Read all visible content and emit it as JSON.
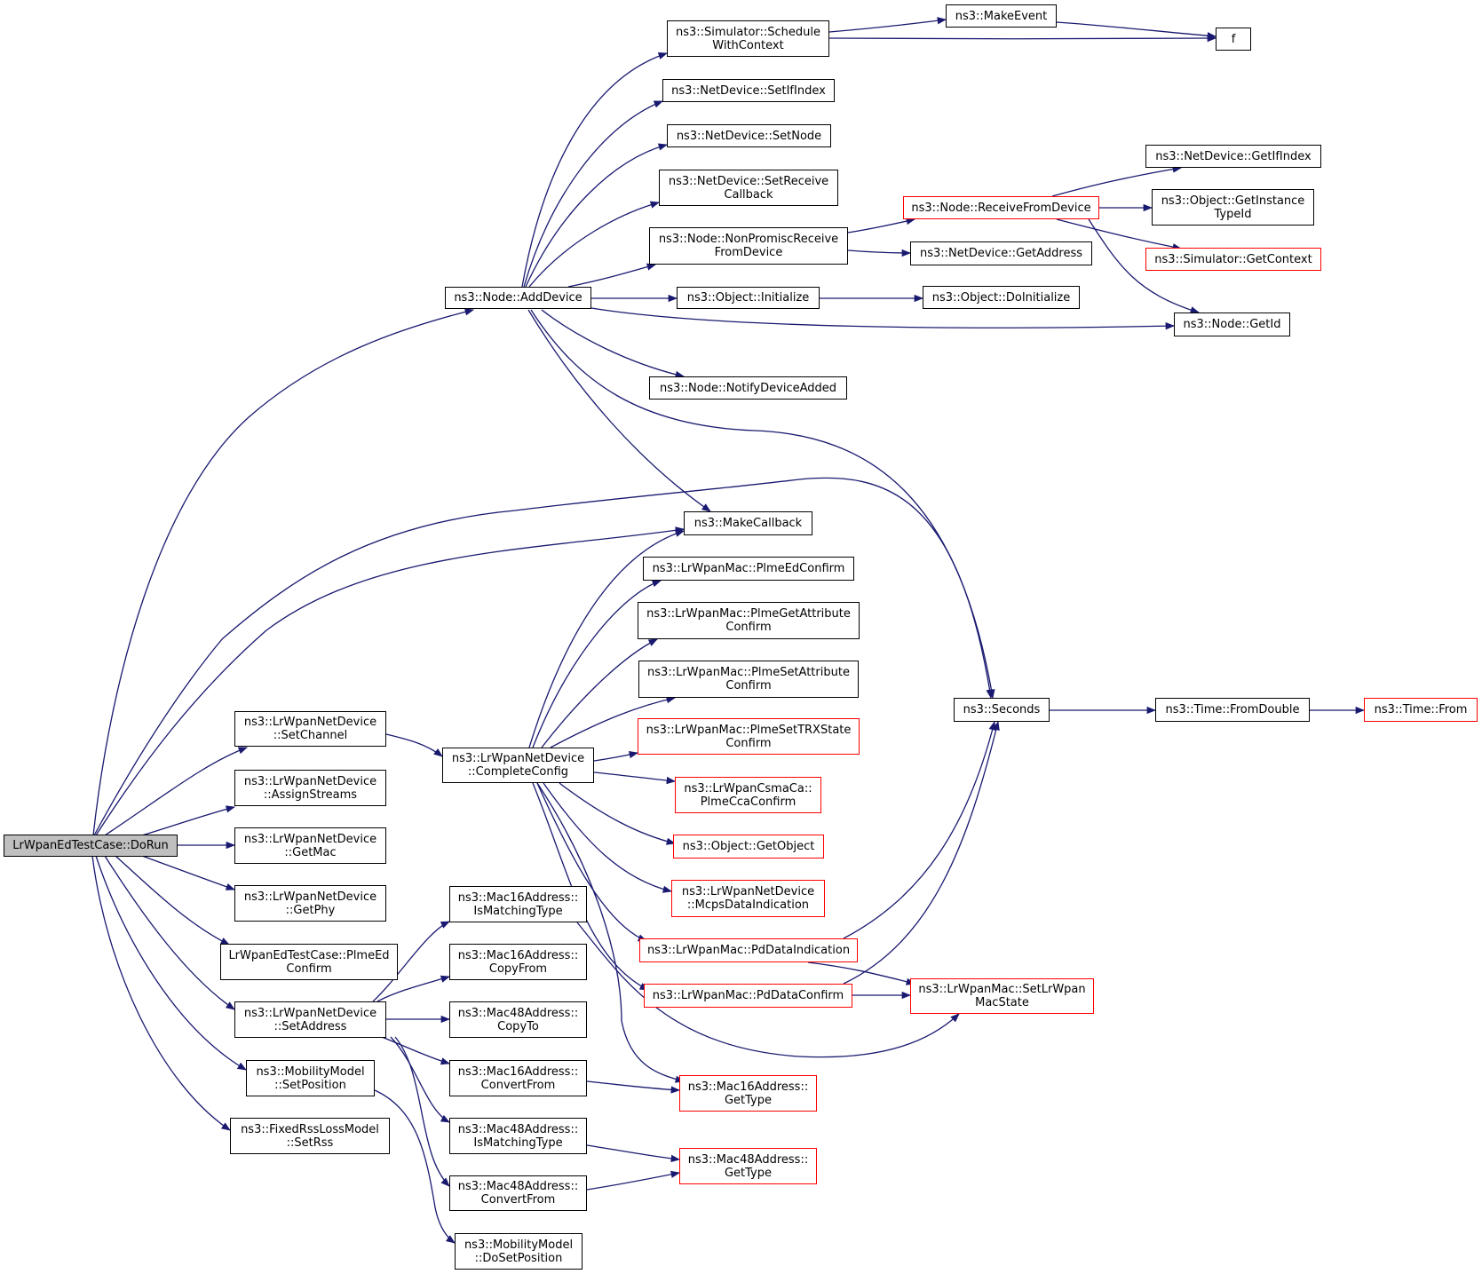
{
  "colors": {
    "edge": "#191970",
    "node_border": "#000000",
    "incomplete_border": "#ff0000",
    "root_fill": "#bfbfbf"
  },
  "nodes": {
    "dorun": "LrWpanEdTestCase::DoRun",
    "add_device": "ns3::Node::AddDevice",
    "schedule_with_context": "ns3::Simulator::Schedule\nWithContext",
    "make_event": "ns3::MakeEvent",
    "f": "f",
    "set_if_index": "ns3::NetDevice::SetIfIndex",
    "set_node": "ns3::NetDevice::SetNode",
    "set_receive_callback": "ns3::NetDevice::SetReceive\nCallback",
    "non_promisc_receive": "ns3::Node::NonPromiscReceive\nFromDevice",
    "receive_from_device": "ns3::Node::ReceiveFromDevice",
    "get_if_index": "ns3::NetDevice::GetIfIndex",
    "get_instance_type_id": "ns3::Object::GetInstance\nTypeId",
    "get_context": "ns3::Simulator::GetContext",
    "get_address": "ns3::NetDevice::GetAddress",
    "initialize": "ns3::Object::Initialize",
    "do_initialize": "ns3::Object::DoInitialize",
    "node_get_id": "ns3::Node::GetId",
    "notify_device_added": "ns3::Node::NotifyDeviceAdded",
    "make_callback": "ns3::MakeCallback",
    "plme_ed_confirm_mac": "ns3::LrWpanMac::PlmeEdConfirm",
    "plme_get_attribute_confirm": "ns3::LrWpanMac::PlmeGetAttribute\nConfirm",
    "plme_set_attribute_confirm": "ns3::LrWpanMac::PlmeSetAttribute\nConfirm",
    "plme_set_trx_state_confirm": "ns3::LrWpanMac::PlmeSetTRXState\nConfirm",
    "plme_cca_confirm": "ns3::LrWpanCsmaCa::\nPlmeCcaConfirm",
    "get_object": "ns3::Object::GetObject",
    "mcps_data_indication": "ns3::LrWpanNetDevice\n::McpsDataIndication",
    "pd_data_indication": "ns3::LrWpanMac::PdDataIndication",
    "pd_data_confirm": "ns3::LrWpanMac::PdDataConfirm",
    "set_lrwpan_mac_state": "ns3::LrWpanMac::SetLrWpan\nMacState",
    "seconds": "ns3::Seconds",
    "from_double": "ns3::Time::FromDouble",
    "time_from": "ns3::Time::From",
    "set_channel": "ns3::LrWpanNetDevice\n::SetChannel",
    "complete_config": "ns3::LrWpanNetDevice\n::CompleteConfig",
    "assign_streams": "ns3::LrWpanNetDevice\n::AssignStreams",
    "get_mac": "ns3::LrWpanNetDevice\n::GetMac",
    "get_phy": "ns3::LrWpanNetDevice\n::GetPhy",
    "plme_ed_confirm_test": "LrWpanEdTestCase::PlmeEd\nConfirm",
    "set_address": "ns3::LrWpanNetDevice\n::SetAddress",
    "set_position": "ns3::MobilityModel\n::SetPosition",
    "set_rss": "ns3::FixedRssLossModel\n::SetRss",
    "mac16_is_matching_type": "ns3::Mac16Address::\nIsMatchingType",
    "mac16_copy_from": "ns3::Mac16Address::\nCopyFrom",
    "mac48_copy_to": "ns3::Mac48Address::\nCopyTo",
    "mac16_convert_from": "ns3::Mac16Address::\nConvertFrom",
    "mac48_is_matching_type": "ns3::Mac48Address::\nIsMatchingType",
    "mac48_convert_from": "ns3::Mac48Address::\nConvertFrom",
    "do_set_position": "ns3::MobilityModel\n::DoSetPosition",
    "mac16_get_type": "ns3::Mac16Address::\nGetType",
    "mac48_get_type": "ns3::Mac48Address::\nGetType"
  }
}
